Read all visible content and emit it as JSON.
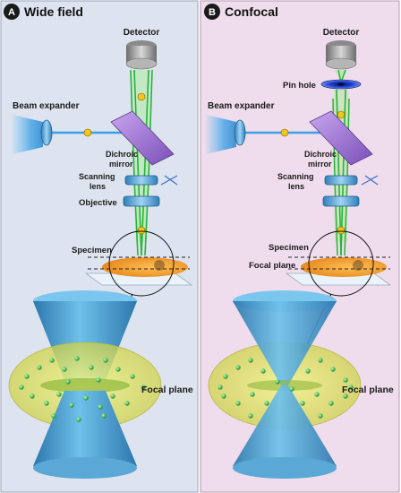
{
  "panel_a": {
    "badge": "A",
    "title": "Wide field",
    "labels": {
      "detector": "Detector",
      "beam_expander": "Beam expander",
      "dichroic_line1": "Dichroic",
      "dichroic_line2": "mirror",
      "scanning_line1": "Scanning",
      "scanning_line2": "lens",
      "objective": "Objective",
      "specimen": "Specimen",
      "focal_plane": "Focal plane"
    }
  },
  "panel_b": {
    "badge": "B",
    "title": "Confocal",
    "labels": {
      "detector": "Detector",
      "pin_hole": "Pin hole",
      "beam_expander": "Beam expander",
      "dichroic_line1": "Dichroic",
      "dichroic_line2": "mirror",
      "scanning_line1": "Scanning",
      "scanning_line2": "lens",
      "specimen": "Specimen",
      "focal_plane_top": "Focal plane",
      "focal_plane": "Focal plane"
    }
  },
  "colors": {
    "panel_a_bg": "#dde3ef",
    "panel_b_bg": "#efdcec",
    "beam_blue": "#3aa0e6",
    "beam_green": "#2fbf3a",
    "mirror": "#9a6fd0",
    "specimen": "#f0a23c",
    "cone": "#3d8fc4",
    "ellipse": "#e6e85a"
  }
}
